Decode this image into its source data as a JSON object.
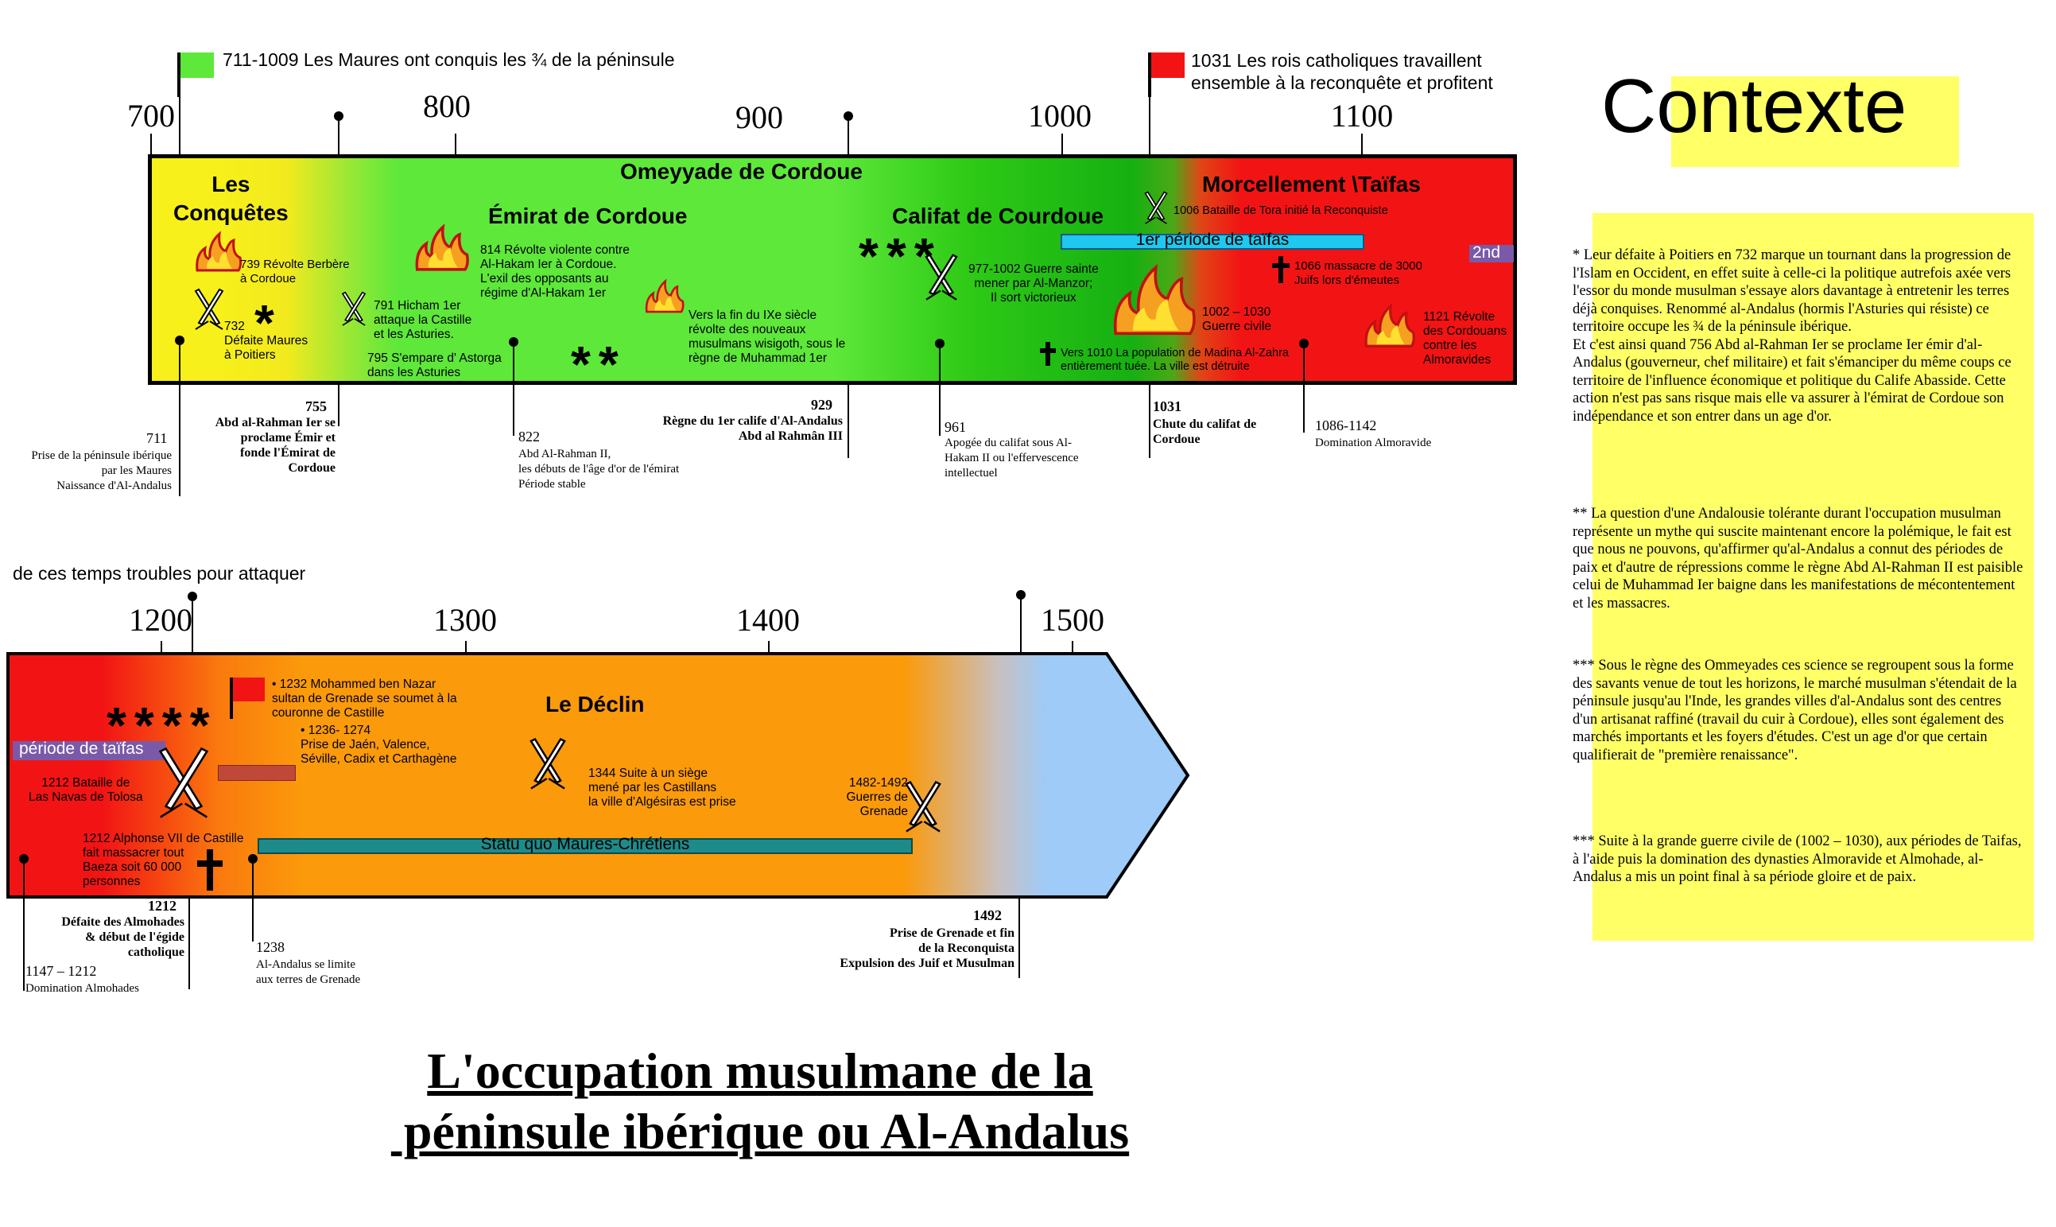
{
  "title_line1": "L'occupation musulmane de la",
  "title_line2": " péninsule ibérique ou Al-Andalus",
  "context": {
    "title": "Contexte",
    "p1": "*  Leur défaite  à Poitiers en 732 marque un tournant dans la progression de l'Islam en Occident, en effet suite à celle-ci la politique autrefois axée vers l'essor du monde musulman s'essaye alors davantage à entretenir les terres déjà conquises. Renommé al-Andalus (hormis l'Asturies qui résiste) ce territoire occupe les ¾ de la péninsule ibérique.\nEt c'est ainsi quand 756  Abd al-Rahman Ier se proclame Ier émir d'al-Andalus (gouverneur, chef militaire) et fait s'émanciper du même coups ce territoire de l'influence économique et politique du Calife Abasside. Cette action n'est pas sans risque mais elle va assurer à l'émirat de Cordoue son indépendance et son entrer dans un age d'or.",
    "p2": "** La question d'une Andalousie  tolérante durant l'occupation musulman représente un mythe qui suscite maintenant encore la polémique, le fait est que nous ne pouvons, qu'affirmer qu'al-Andalus a connut des périodes de paix et d'autre de répressions comme le règne Abd Al-Rahman II est paisible celui de Muhammad Ier baigne dans les manifestations de mécontentement et les massacres.",
    "p3": "*** Sous le règne des Ommeyades ces science se regroupent sous la forme des savants venue de tout les horizons, le marché musulman s'étendait de la péninsule jusqu'au l'Inde, les grandes villes d'al-Andalus sont des centres d'un artisanat raffiné (travail du cuir à Cordoue), elles sont également des marchés importants et les foyers d'études. C'est un age d'or que certain qualifierait de \"première renaissance\".",
    "p4": "*** Suite à la grande guerre civile de (1002 – 1030), aux périodes de Taifas, à l'aide puis la domination des dynasties Almoravide et Almohade,  al-Andalus a mis un point final à sa période gloire et de paix."
  },
  "flags": {
    "green_text": "711-1009 Les Maures ont conquis les ¾ de la péninsule",
    "red_text": "1031 Les rois catholiques travaillent\nensemble à la reconquête et profitent",
    "continued_text": "de ces temps troubles pour attaquer"
  },
  "timeline1": {
    "years": [
      "700",
      "800",
      "900",
      "1000",
      "1100"
    ],
    "eras": {
      "conquetes": "Les\nConquêtes",
      "omeyyade": "Omeyyade  de Cordoue",
      "emirat": "Émirat de Cordoue",
      "califat": "Califat de Courdoue",
      "morcellement": "Morcellement \\Taïfas"
    },
    "events": {
      "e739": "739 Révolte Berbère\nà Cordoue",
      "e732": "732\nDéfaite Maures\nà Poitiers",
      "e791": "791 Hicham 1er\nattaque la Castille\net les Asturies.",
      "e795": "795 S'empare d' Astorga\ndans les Asturies",
      "e814": "814 Révolte violente contre\nAl-Hakam Ier à Cordoue.\nL'exil  des opposants au\nrégime d'Al-Hakam 1er",
      "e_ixe": "Vers la fin du IXe siècle\nrévolte des nouveaux\nmusulmans wisigoth, sous le\nrègne de Muhammad 1er",
      "e977": "977-1002 Guerre sainte\nmener par Al-Manzor;\nIl sort victorieux",
      "e1006": "1006 Bataille de Tora initié la Reconquiste",
      "taifas1": "1er période de taïfas",
      "taifas2": "2nd",
      "e1066": "1066 massacre de 3000\nJuifs lors d'émeutes",
      "e1002": "1002 – 1030\nGuerre civile",
      "e1010": "Vers 1010 La population de Madina Al-Zahra\nentièrement tuée. La ville est détruite",
      "e1121": "1121 Révolte\ndes Cordouans\ncontre les\nAlmoravides"
    },
    "stars": {
      "s1": "*",
      "s2": "**",
      "s3": "***"
    },
    "annotations": {
      "a711_year": "711",
      "a711_text": "Prise de la péninsule ibérique\npar les Maures\nNaissance d'Al-Andalus",
      "a755_year": "755",
      "a755_text": "Abd al-Rahman Ier se\nproclame Émir et\nfonde l'Émirat de\nCordoue",
      "a822_year": "822",
      "a822_text": "Abd Al-Rahman II,\nles débuts de l'âge d'or de l'émirat\nPériode stable",
      "a929_year": "929",
      "a929_text": "Règne du 1er calife d'Al-Andalus\nAbd al Rahmân III",
      "a961_year": "961",
      "a961_text": "Apogée du califat sous Al-\nHakam II ou l'effervescence\nintellectuel",
      "a1031_year": "1031",
      "a1031_text": "Chute du califat de\nCordoue",
      "a1086_year": "1086-1142",
      "a1086_text": "Domination  Almoravide"
    }
  },
  "timeline2": {
    "years": [
      "1200",
      "1300",
      "1400",
      "1500"
    ],
    "eras": {
      "declin": "Le Déclin"
    },
    "stars": {
      "s4": "****"
    },
    "events": {
      "taifas": "période de taïfas",
      "e1212_battle": "1212 Bataille de\nLas Navas de Tolosa",
      "e1212_alphonse": "1212 Alphonse VII de Castille\nfait massacrer tout\nBaeza soit 60 000\npersonnes",
      "e1232": "• 1232 Mohammed ben Nazar\nsultan de Grenade se soumet à la\ncouronne de Castille",
      "e1236": "• 1236- 1274\nPrise de Jaén, Valence,\nSéville, Cadix et Carthagène",
      "e1344": "1344 Suite à un siège\nmené par les Castillans\nla ville d'Algésiras est prise",
      "e1482": "1482-1492\nGuerres de\nGrenade",
      "statu_quo": "Statu quo Maures-Chrétiens"
    },
    "annotations": {
      "a1212_year": "1212",
      "a1212_text": "Défaite des Almohades\n& début de l'égide\ncatholique",
      "a1147_year": "1147 – 1212",
      "a1147_text": "Domination Almohades",
      "a1238_year": "1238",
      "a1238_text": "Al-Andalus se limite\naux terres de Grenade",
      "a1492_year": "1492",
      "a1492_text": "Prise de Grenade et fin\nde la Reconquista\nExpulsion des Juif et Musulman"
    }
  },
  "colors": {
    "yellow": "#f7f01a",
    "green": "#5ee83a",
    "red": "#f21414",
    "orange": "#fb9a0b",
    "lightblue": "#9ecbf7",
    "cyan": "#1ec8ee",
    "teal": "#1e8b8b",
    "highlight": "#ffff66"
  }
}
